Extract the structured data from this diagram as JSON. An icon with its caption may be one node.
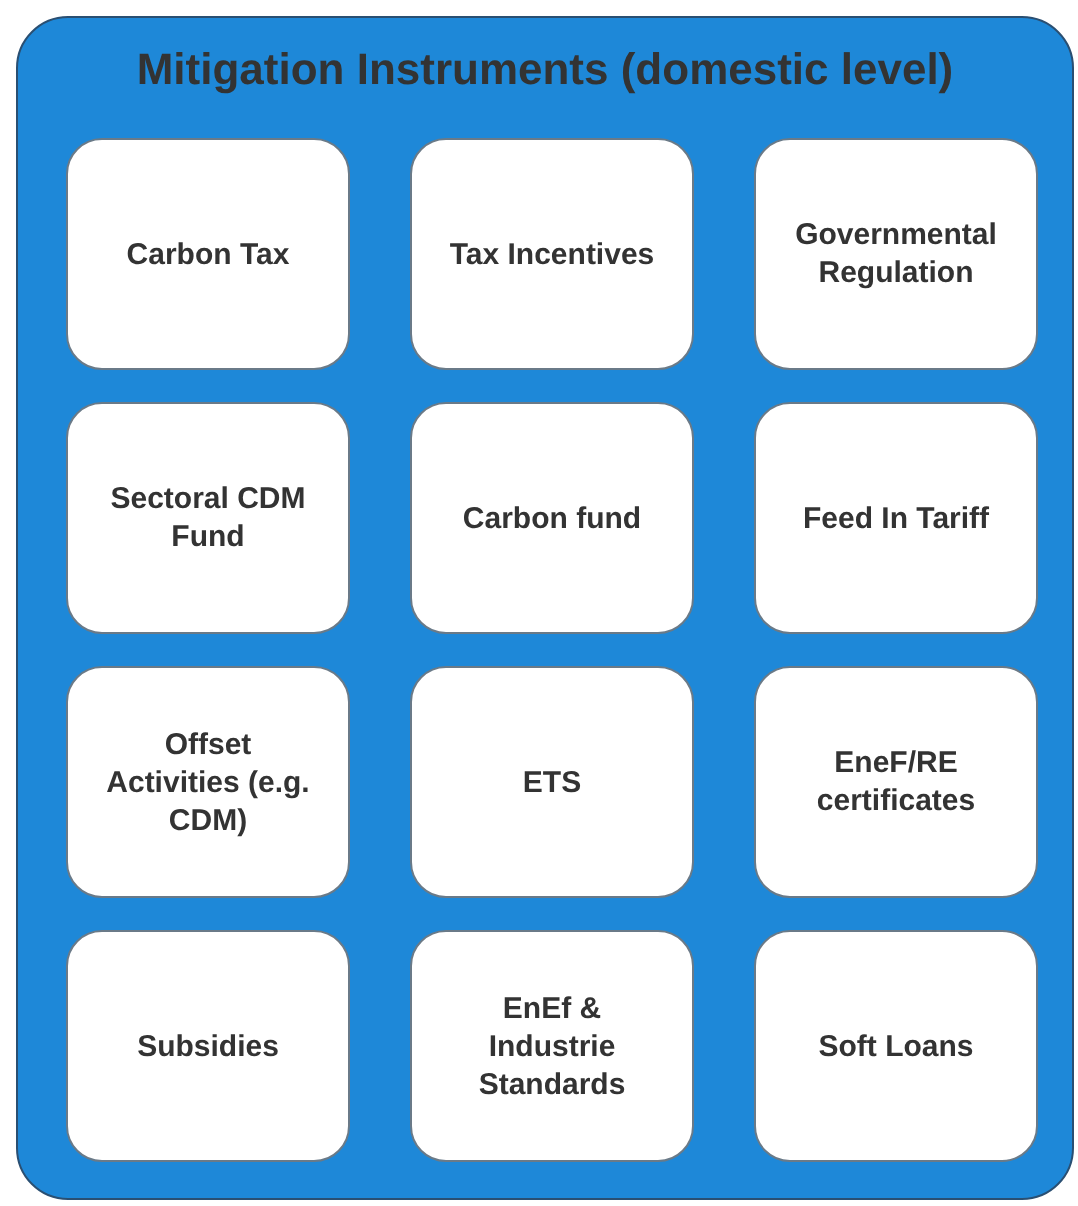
{
  "diagram": {
    "nodes": [
      {
        "text": [
          "Mitigation Instruments (domestic level)"
        ]
      },
      {
        "text": [
          "Carbon Tax"
        ],
        "in": 0
      },
      {
        "text": [
          "Tax Incentives"
        ],
        "in": 0
      },
      {
        "text": [
          "Governmental Regulation"
        ],
        "in": 0
      },
      {
        "text": [
          "Sectoral CDM Fund"
        ],
        "in": 0
      },
      {
        "text": [
          "Carbon fund"
        ],
        "in": 0
      },
      {
        "text": [
          "Feed In Tariff"
        ],
        "in": 0
      },
      {
        "text": [
          "Offset Activities (e.g. CDM)"
        ],
        "in": 0
      },
      {
        "text": [
          "ETS"
        ],
        "in": 0
      },
      {
        "text": [
          "EneF/RE certificates"
        ],
        "in": 0
      },
      {
        "text": [
          "Subsidies"
        ],
        "in": 0
      },
      {
        "text": [
          "EnEf & Industrie Standards"
        ],
        "in": 0
      },
      {
        "text": [
          "Soft Loans"
        ],
        "in": 0
      }
    ]
  }
}
